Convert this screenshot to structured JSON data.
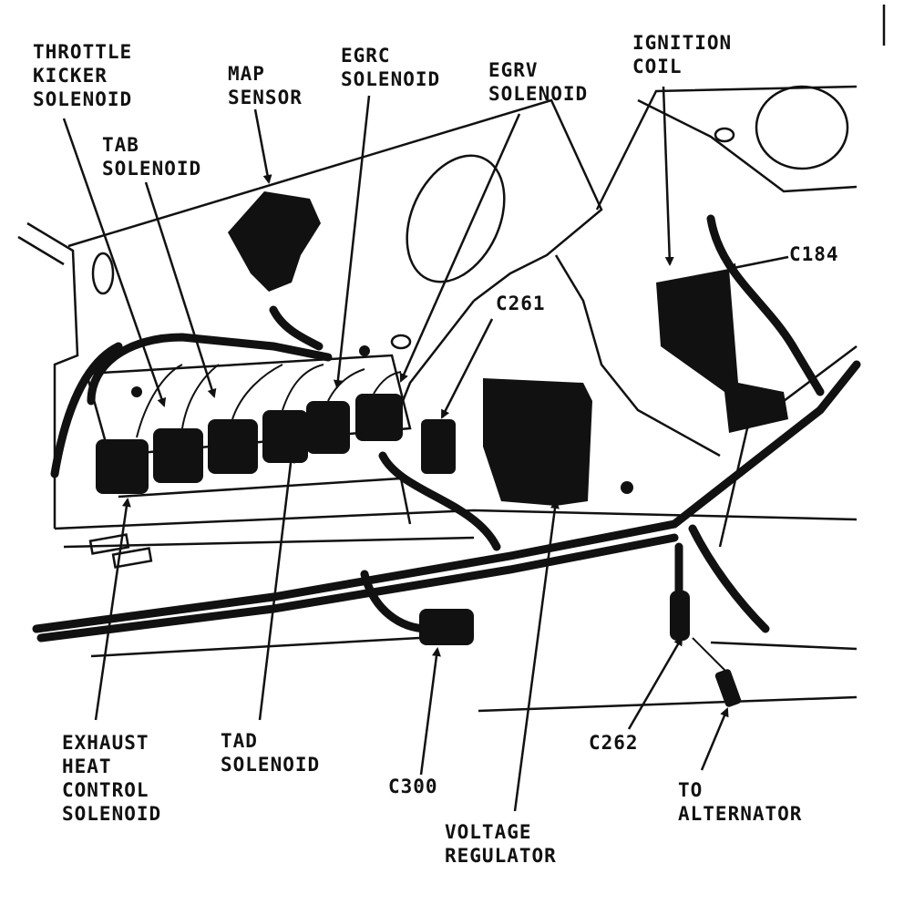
{
  "colors": {
    "ink": "#111111",
    "paper": "#ffffff"
  },
  "labels": {
    "throttle_kicker": [
      "THROTTLE",
      "KICKER",
      "SOLENOID"
    ],
    "tab": [
      "TAB",
      "SOLENOID"
    ],
    "map": [
      "MAP",
      "SENSOR"
    ],
    "egrc": [
      "EGRC",
      "SOLENOID"
    ],
    "egrv": [
      "EGRV",
      "SOLENOID"
    ],
    "ignition": [
      "IGNITION",
      "COIL"
    ],
    "c184": "C184",
    "c261": "C261",
    "exhaust_heat": [
      "EXHAUST",
      "HEAT",
      "CONTROL",
      "SOLENOID"
    ],
    "tad": [
      "TAD",
      "SOLENOID"
    ],
    "c300": "C300",
    "voltage_regulator": [
      "VOLTAGE",
      "REGULATOR"
    ],
    "c262": "C262",
    "to_alternator": [
      "TO",
      "ALTERNATOR"
    ]
  }
}
